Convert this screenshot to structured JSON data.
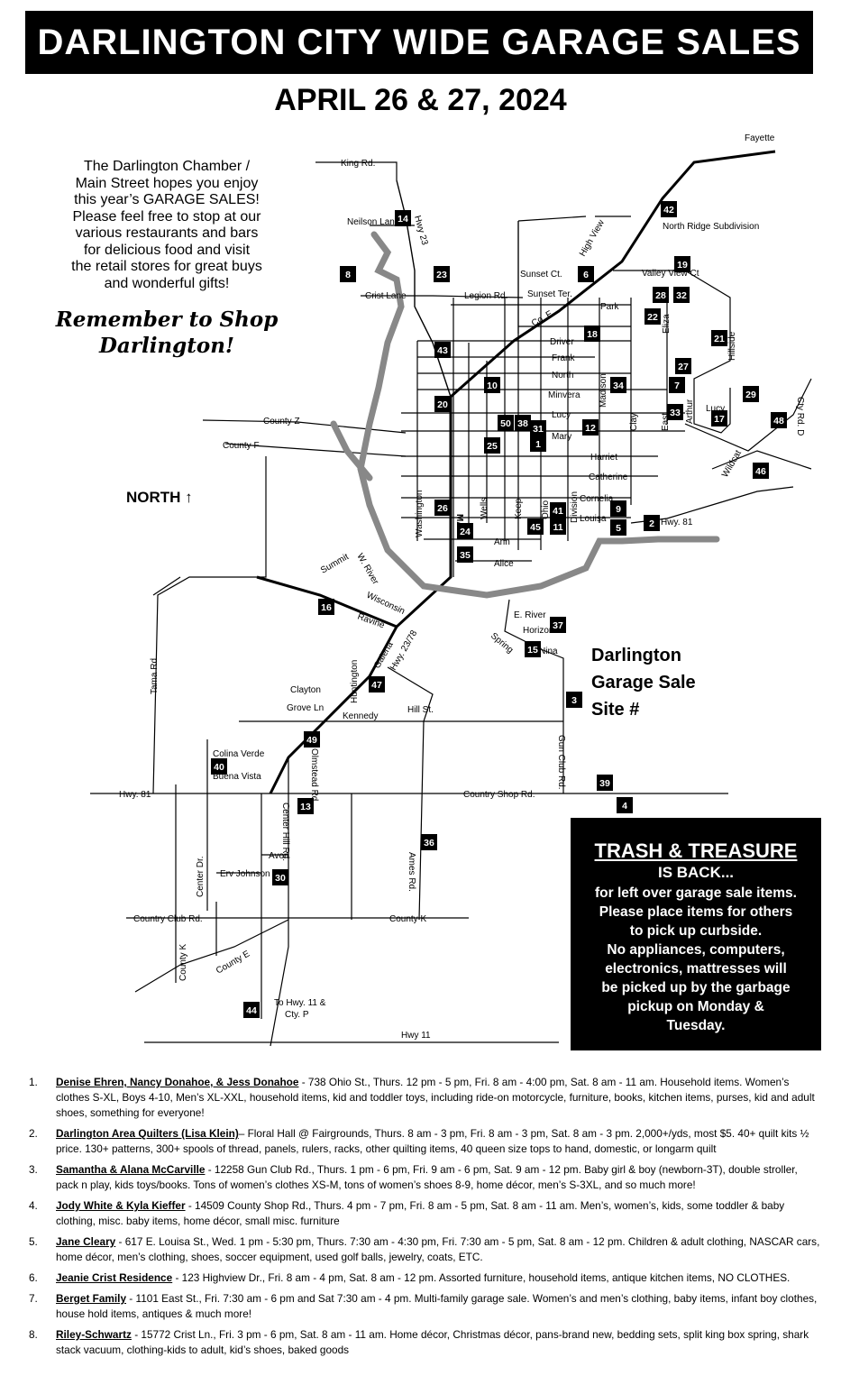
{
  "header": {
    "title": "DARLINGTON CITY WIDE GARAGE SALES",
    "date": "APRIL 26 & 27, 2024"
  },
  "intro": {
    "lines": [
      "The Darlington Chamber /",
      "Main Street hopes you enjoy",
      "this year’s GARAGE SALES!",
      "Please feel free to stop at our",
      "various restaurants and bars",
      "for  delicious food and visit",
      "the retail stores for great buys",
      "and wonderful gifts!"
    ],
    "slogan_lines": [
      "Remember to Shop",
      "Darlington!"
    ]
  },
  "map": {
    "north_label": "NORTH ↑",
    "legend_lines": [
      "Darlington",
      "Garage Sale",
      "Site #"
    ],
    "labels": {
      "fayette": "Fayette",
      "king_rd": "King Rd.",
      "neilson_lane": "Neilson Lane",
      "hwy23": "Hwy 23",
      "crist_lane": "Crist Lane",
      "legion_rd": "Legion Rd.",
      "sunset_ct": "Sunset Ct.",
      "sunset_ter": "Sunset Ter.",
      "high_view": "High View",
      "north_ridge": "North Ridge Subdivision",
      "valley_view": "Valley View Ct",
      "park": "Park",
      "co_f": "Co. F",
      "driver": "Driver",
      "frank": "Frank",
      "north": "North",
      "minvera": "Minvera",
      "lucy": "Lucy",
      "mary": "Mary",
      "harriet": "Harriet",
      "catherine": "Catherine",
      "cornelia": "Cornelia",
      "louisa": "Louisa",
      "ann": "Ann",
      "alice": "Alice",
      "madison": "Madison",
      "clay": "Clay",
      "east": "East",
      "arthur": "Arthur",
      "lucy_e": "Lucy",
      "hillside": "Hillside",
      "eliza": "Eliza",
      "main": "MAIN",
      "washington": "Washington",
      "wells": "Wells",
      "keep": "Keep",
      "ohio": "Ohio",
      "division": "Division",
      "county_z": "County Z",
      "county_f": "County F",
      "cty_rd_d": "Cty Rd. D",
      "wildcat": "Wildcat",
      "hwy81_e": "Hwy. 81",
      "summit": "Summit",
      "w_river": "W. River",
      "wisconsin": "Wisconsin",
      "ravine": "Ravine",
      "galena": "Galena",
      "hwy23_78": "Hwy. 23/78",
      "e_river": "E. River",
      "horizon": "Horizon",
      "spring": "Spring",
      "nina": "Nina",
      "tama": "Tama Rd",
      "clayton": "Clayton",
      "grove": "Grove Ln",
      "huntington": "Huntington",
      "kennedy": "Kennedy",
      "hill_st": "Hill St.",
      "colina_verde": "Colina Verde",
      "buena_vista": "Buena Vista",
      "olmsted": "Olmstead Rd.",
      "gun_club": "Gun Club Rd.",
      "hwy81_w": "Hwy. 81",
      "country_shop": "Country Shop Rd.",
      "center_hill": "Center Hill Rd.",
      "avon": "Avon",
      "erv_johnson": "Erv Johnson",
      "center_dr": "Center Dr.",
      "ames": "Ames Rd.",
      "country_club": "Country Club Rd.",
      "county_k": "County K",
      "county_k2": "County K",
      "county_e": "County E",
      "to_hwy11": "To Hwy. 11 &",
      "cty_p": "Cty. P",
      "hwy11": "Hwy 11"
    },
    "sites": [
      "14",
      "8",
      "23",
      "6",
      "42",
      "19",
      "28",
      "32",
      "22",
      "18",
      "21",
      "27",
      "43",
      "10",
      "34",
      "7",
      "29",
      "20",
      "50",
      "38",
      "31",
      "12",
      "33",
      "17",
      "48",
      "1",
      "25",
      "46",
      "26",
      "41",
      "9",
      "45",
      "11",
      "2",
      "5",
      "24",
      "35",
      "16",
      "37",
      "15",
      "3",
      "47",
      "49",
      "40",
      "39",
      "4",
      "13",
      "36",
      "30",
      "44"
    ]
  },
  "trash": {
    "title": "TRASH & TREASURE",
    "subtitle": "IS BACK...",
    "lines": [
      "for left over garage sale items.",
      "Please place items for others",
      "to pick up curbside.",
      "No appliances, computers,",
      "electronics, mattresses will",
      "be picked up by the garbage",
      "pickup on Monday &",
      "Tuesday."
    ]
  },
  "listings": [
    {
      "num": "1.",
      "name": "Denise Ehren, Nancy Donahoe, & Jess Donahoe",
      "text": " - 738 Ohio St., Thurs. 12 pm - 5 pm, Fri. 8 am - 4:00 pm, Sat. 8 am - 11 am. Household items. Women’s clothes S-XL, Boys 4-10, Men’s XL-XXL, household items, kid and toddler toys, including ride-on motorcycle, furniture, books, kitchen items, purses, kid and adult shoes, something for everyone!"
    },
    {
      "num": "2.",
      "name": "Darlington Area Quilters (Lisa Klein)",
      "text": "– Floral Hall @ Fairgrounds, Thurs. 8 am - 3 pm, Fri. 8 am - 3 pm, Sat. 8 am - 3 pm. 2,000+/yds, most $5. 40+ quilt kits ½ price. 130+ patterns, 300+ spools of thread, panels, rulers, racks, other quilting items, 40 queen size tops to hand, domestic, or longarm quilt"
    },
    {
      "num": "3.",
      "name": "Samantha & Alana McCarville",
      "text": " - 12258 Gun Club Rd., Thurs. 1 pm - 6 pm, Fri. 9 am - 6 pm, Sat. 9 am - 12 pm. Baby girl & boy (newborn-3T), double stroller, pack n play, kids toys/books. Tons of women’s clothes XS-M, tons of women’s shoes 8-9, home décor, men’s S-3XL, and so much more!"
    },
    {
      "num": "4.",
      "name": "Jody White & Kyla Kieffer",
      "text": " - 14509 County Shop Rd., Thurs. 4 pm - 7 pm, Fri. 8 am - 5 pm, Sat. 8 am - 11 am. Men’s, women’s, kids, some toddler & baby clothing, misc. baby items, home décor, small misc. furniture"
    },
    {
      "num": "5.",
      "name": "Jane Cleary",
      "text": " - 617 E. Louisa St., Wed. 1 pm - 5:30 pm, Thurs. 7:30 am - 4:30 pm, Fri. 7:30 am - 5 pm, Sat. 8 am - 12 pm. Children & adult clothing, NASCAR cars, home décor, men’s clothing, shoes, soccer equipment, used golf balls, jewelry, coats, ETC."
    },
    {
      "num": "6.",
      "name": "Jeanie Crist Residence",
      "text": " - 123 Highview Dr., Fri. 8 am - 4 pm, Sat. 8 am - 12 pm. Assorted furniture, household items, antique kitchen items, NO CLOTHES."
    },
    {
      "num": "7.",
      "name": "Berget Family",
      "text": " - 1101 East St., Fri. 7:30 am - 6 pm and Sat 7:30 am - 4 pm. Multi-family garage sale. Women’s and men’s clothing, baby items, infant boy clothes, house hold items, antiques & much more!"
    },
    {
      "num": "8.",
      "name": "Riley-Schwartz",
      "text": " - 15772 Crist Ln., Fri. 3 pm - 6 pm, Sat. 8 am - 11 am. Home décor, Christmas décor, pans-brand new, bedding sets, split king box spring, shark stack vacuum, clothing-kids to adult, kid’s shoes, baked goods"
    }
  ]
}
